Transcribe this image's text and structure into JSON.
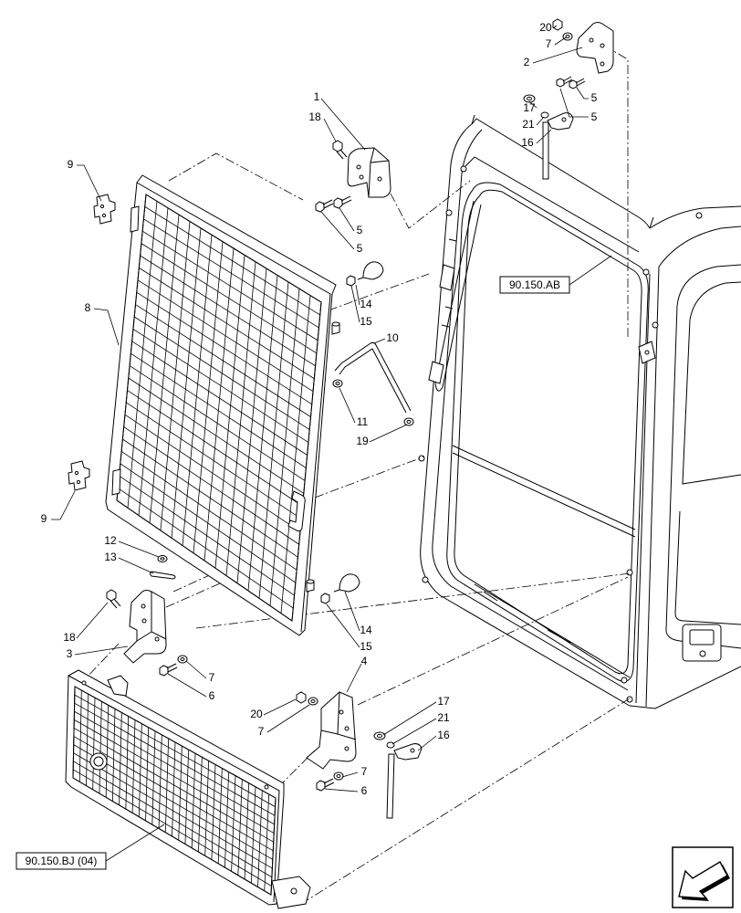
{
  "diagram": {
    "labels": [
      "20",
      "7",
      "2",
      "5",
      "17",
      "5",
      "21",
      "16",
      "1",
      "18",
      "9",
      "5",
      "5",
      "8",
      "14",
      "15",
      "10",
      "11",
      "19",
      "9",
      "12",
      "13",
      "18",
      "14",
      "3",
      "15",
      "4",
      "7",
      "6",
      "20",
      "17",
      "21",
      "7",
      "16",
      "7",
      "6"
    ],
    "references": [
      "90.150.AB",
      "90.150.BJ (04)"
    ],
    "nav_icon": "next-page-arrow-icon"
  }
}
